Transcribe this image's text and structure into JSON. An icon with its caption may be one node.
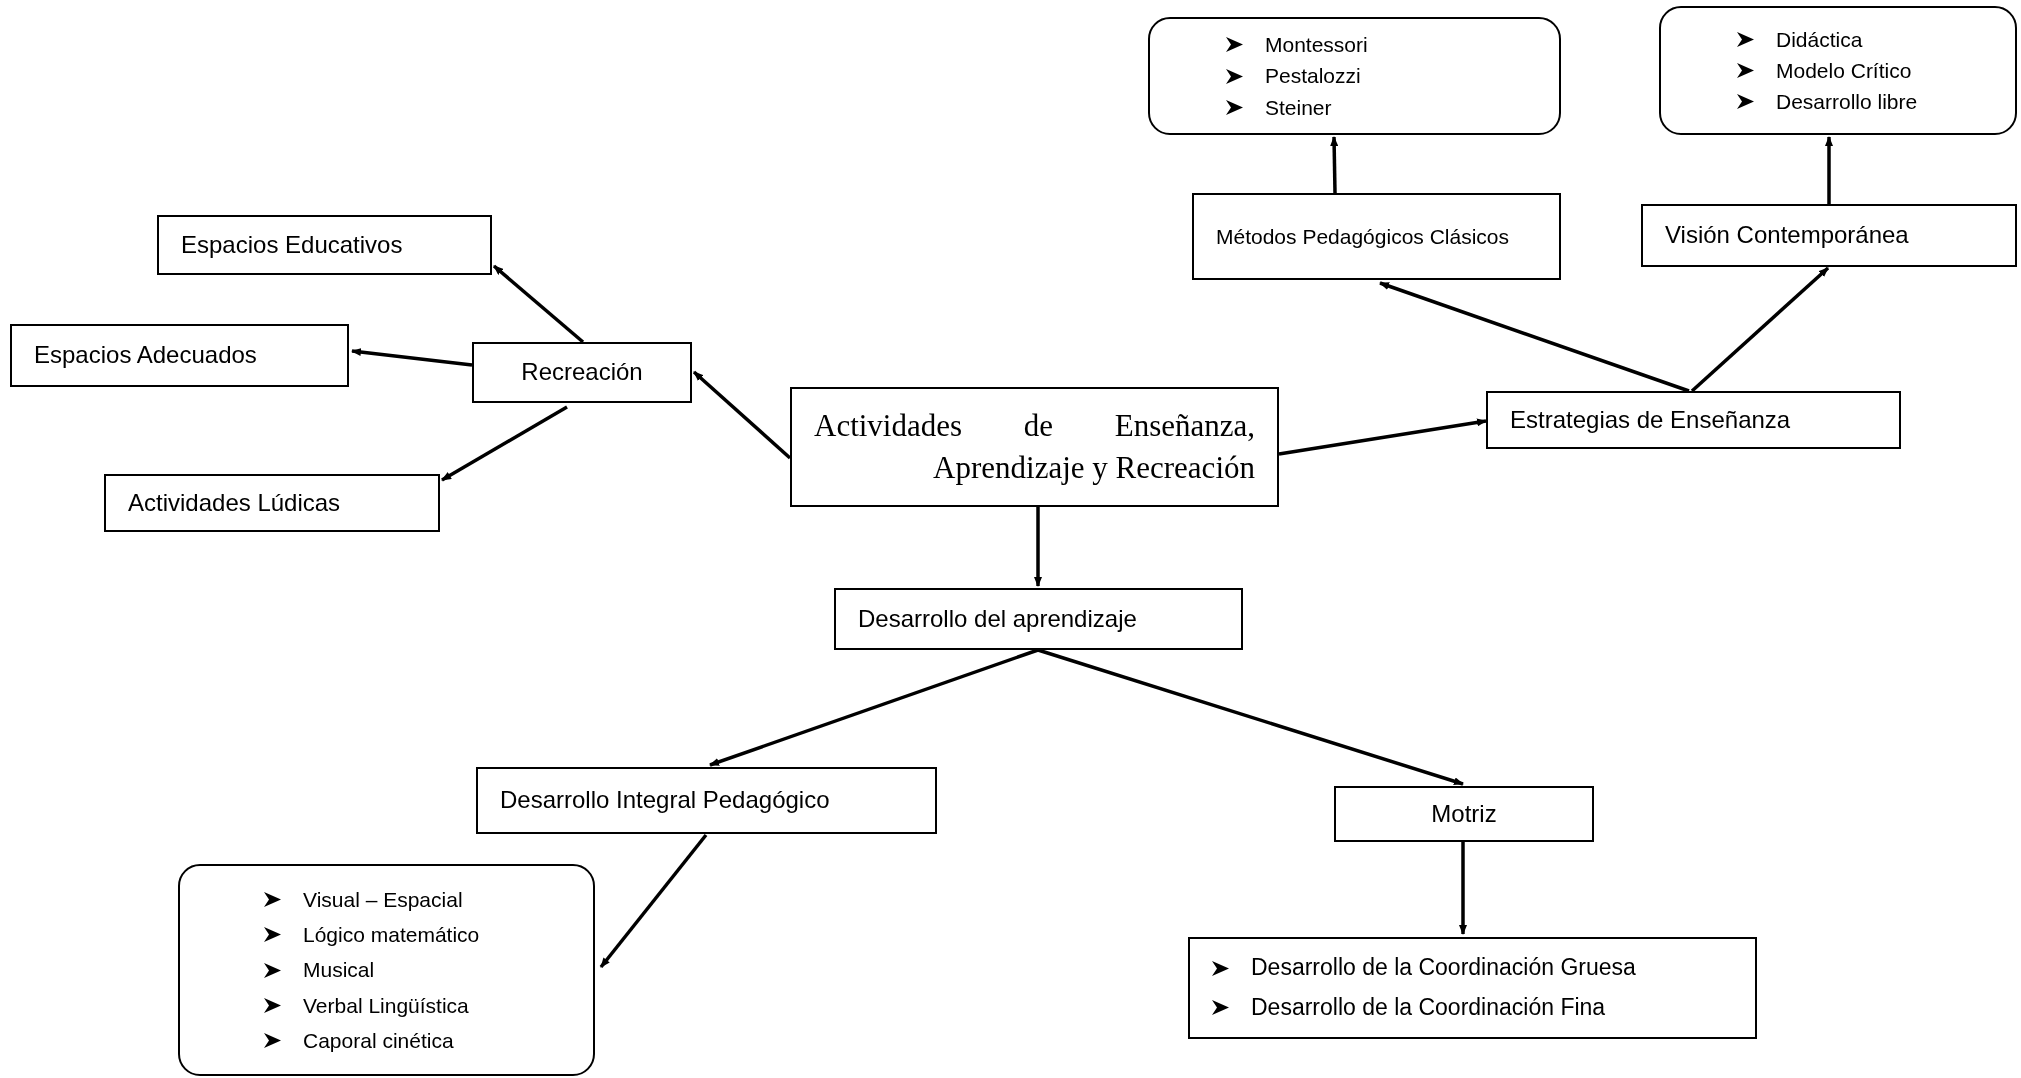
{
  "diagram": {
    "nodes": [
      {
        "text": [
          "Actividades de Enseñanza, Aprendizaje y Recreación"
        ]
      },
      {
        "text": [
          "Recreación"
        ]
      },
      {
        "text": [
          "Espacios Educativos"
        ]
      },
      {
        "text": [
          "Espacios Adecuados"
        ]
      },
      {
        "text": [
          "Actividades Lúdicas"
        ]
      },
      {
        "text": [
          "Estrategias de Enseñanza"
        ]
      },
      {
        "text": [
          "Métodos Pedagógicos Clásicos"
        ]
      },
      {
        "text": [
          "Montessori",
          "Pestalozzi",
          "Steiner"
        ]
      },
      {
        "text": [
          "Visión Contemporánea"
        ]
      },
      {
        "text": [
          "Didáctica",
          "Modelo Crítico",
          "Desarrollo libre"
        ]
      },
      {
        "text": [
          "Desarrollo del aprendizaje"
        ]
      },
      {
        "text": [
          "Desarrollo Integral Pedagógico"
        ]
      },
      {
        "text": [
          "Visual – Espacial",
          "Lógico matemático",
          "Musical",
          "Verbal Lingüística",
          "Caporal cinética"
        ]
      },
      {
        "text": [
          "Motriz"
        ]
      },
      {
        "text": [
          "Desarrollo de la Coordinación Gruesa",
          "Desarrollo de la Coordinación Fina"
        ]
      }
    ],
    "edges": [
      {
        "from": 0,
        "to": 1,
        "arrow": "to"
      },
      {
        "from": 1,
        "to": 2,
        "arrow": "to"
      },
      {
        "from": 1,
        "to": 3,
        "arrow": "to"
      },
      {
        "from": 1,
        "to": 4,
        "arrow": "to"
      },
      {
        "from": 0,
        "to": 5,
        "arrow": "to"
      },
      {
        "from": 5,
        "to": 6,
        "arrow": "to"
      },
      {
        "from": 5,
        "to": 8,
        "arrow": "to"
      },
      {
        "from": 6,
        "to": 7,
        "arrow": "to"
      },
      {
        "from": 8,
        "to": 9,
        "arrow": "to"
      },
      {
        "from": 0,
        "to": 10,
        "arrow": "to"
      },
      {
        "from": 10,
        "to": 11,
        "arrow": "to"
      },
      {
        "from": 10,
        "to": 13,
        "arrow": "to"
      },
      {
        "from": 11,
        "to": 12,
        "arrow": "to"
      },
      {
        "from": 13,
        "to": 14,
        "arrow": "to"
      }
    ]
  }
}
